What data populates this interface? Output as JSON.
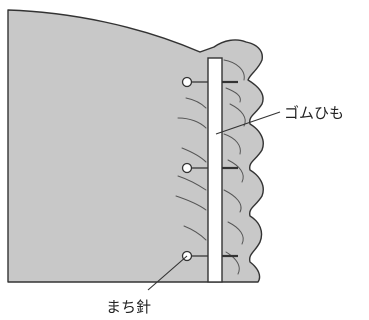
{
  "labels": {
    "elastic": "ゴムひも",
    "pin": "まち針"
  },
  "colors": {
    "fabric_fill": "#c8c8c8",
    "outline": "#333333",
    "elastic_fill": "#ffffff",
    "background": "#ffffff"
  },
  "icons": {
    "pin": "pin-icon"
  },
  "pin_count": 3
}
